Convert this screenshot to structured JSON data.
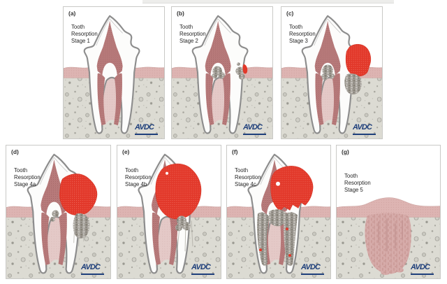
{
  "figure": {
    "logo_text": "AVDC",
    "panels": [
      {
        "id": "a",
        "label": "(a)",
        "caption_lines": [
          "Tooth",
          "Resorption",
          "Stage 1"
        ],
        "variant": "stage1"
      },
      {
        "id": "b",
        "label": "(b)",
        "caption_lines": [
          "Tooth",
          "Resorption",
          "Stage 2"
        ],
        "variant": "stage2"
      },
      {
        "id": "c",
        "label": "(c)",
        "caption_lines": [
          "Tooth",
          "Resorption",
          "Stage 3"
        ],
        "variant": "stage3"
      },
      {
        "id": "d",
        "label": "(d)",
        "caption_lines": [
          "Tooth",
          "Resorption",
          "Stage 4a"
        ],
        "variant": "stage4a"
      },
      {
        "id": "e",
        "label": "(e)",
        "caption_lines": [
          "Tooth",
          "Resorption",
          "Stage 4b"
        ],
        "variant": "stage4b"
      },
      {
        "id": "f",
        "label": "(f)",
        "caption_lines": [
          "Tooth",
          "Resorption",
          "Stage 4c"
        ],
        "variant": "stage4c"
      },
      {
        "id": "g",
        "label": "(g)",
        "caption_lines": [
          "Tooth",
          "Resorption",
          "Stage 5"
        ],
        "variant": "stage5"
      }
    ],
    "colors": {
      "lesion_red": "#e2382a",
      "lesion_red_dot": "#f3796a",
      "pulp": "#b97c7c",
      "pulp_dot": "#95585a",
      "gum": "#ddb4b2",
      "gum_dot": "#c79795",
      "ligament_pink": "#e4c9c7",
      "ligament_dot": "#cfa9a7",
      "bone": "#dcdbd3",
      "resorption_gray": "#a29e97",
      "remnant_pink": "#d6aba9",
      "tooth_fill": "#fcfcfb",
      "tooth_outline": "#8d8d8d",
      "logo_navy": "#1e3f7b"
    }
  }
}
